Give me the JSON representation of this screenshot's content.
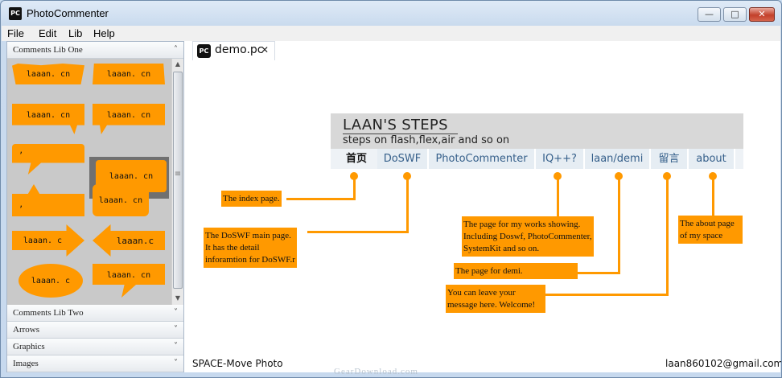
{
  "app": {
    "title": "PhotoCommenter",
    "icon_text": "PC",
    "window_buttons": {
      "minimize": "—",
      "maximize": "□",
      "close": "✕"
    }
  },
  "menubar": {
    "items": [
      "File",
      "Edit",
      "Lib",
      "Help"
    ]
  },
  "sidebar": {
    "sections": [
      {
        "label": "Comments Lib One",
        "chevron": "˄",
        "expanded": true
      },
      {
        "label": "Comments Lib Two",
        "chevron": "˅"
      },
      {
        "label": "Arrows",
        "chevron": "˅"
      },
      {
        "label": "Graphics",
        "chevron": "˅"
      },
      {
        "label": "Images",
        "chevron": "˅"
      }
    ],
    "bubbles": [
      {
        "text": "laaan. cn"
      },
      {
        "text": "laaan. cn"
      },
      {
        "text": "laaan. cn"
      },
      {
        "text": "laaan. cn"
      },
      {
        "text": "ʼ"
      },
      {
        "text": "laaan. cn"
      },
      {
        "text": "ʼ"
      },
      {
        "text": "laaan. cn"
      },
      {
        "text": "laaan. c"
      },
      {
        "text": "laaan.c"
      },
      {
        "text": "laaan. c"
      },
      {
        "text": "laaan. cn"
      }
    ],
    "scroll_up": "▲",
    "scroll_down": "▼",
    "scroll_grip": "≡"
  },
  "tab": {
    "icon_text": "PC",
    "label": "demo.pc",
    "close": "✕"
  },
  "site": {
    "title": "LAAN'S STEPS",
    "subtitle": "steps on flash,flex,air and so on",
    "nav": [
      "首页",
      "DoSWF",
      "PhotoCommenter",
      "IQ++?",
      "laan/demi",
      "留言",
      "about"
    ]
  },
  "notes": [
    {
      "lines": [
        "The index page."
      ]
    },
    {
      "lines": [
        "The DoSWF main page.",
        "It has the detail",
        "inforamtion for DoSWF.r"
      ]
    },
    {
      "lines": [
        "The page for my works showing.",
        "Including Doswf, PhotoCommenter,",
        "SystemKit and so on."
      ]
    },
    {
      "lines": [
        "The page for demi."
      ]
    },
    {
      "lines": [
        "You can leave your",
        "message here. Welcome!"
      ]
    },
    {
      "lines": [
        "The about page",
        "of my space"
      ]
    }
  ],
  "status": {
    "left": "SPACE-Move Photo",
    "right": "laan860102@gmail.com"
  },
  "watermark": "GearDownload.com",
  "colors": {
    "accent": "#ff9900",
    "title_bar": "#cadbee",
    "selected_cell": "#707070"
  }
}
